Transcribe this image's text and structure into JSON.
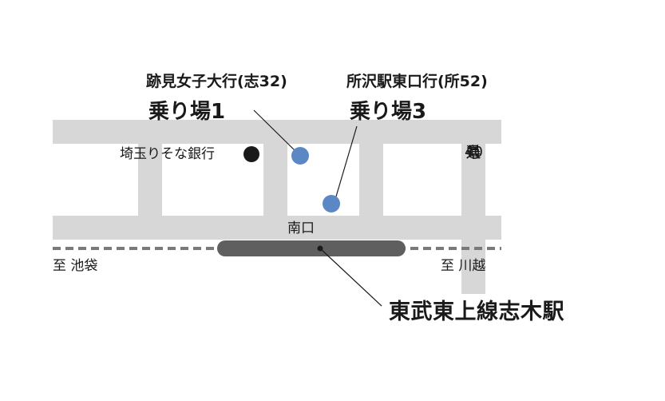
{
  "colors": {
    "road": "#d7d7d7",
    "railway_dash": "#7a7a7a",
    "station_platform": "#5f5f5f",
    "bus_stop": "#5b87c4",
    "landmark": "#1a1a1a",
    "text": "#1a1a1a"
  },
  "stops": [
    {
      "route": "跡見女子大行(志32)",
      "name": "乗り場1",
      "marker": "bus-stop-circle"
    },
    {
      "route": "所沢駅東口行(所52)",
      "name": "乗り場3",
      "marker": "bus-stop-circle"
    }
  ],
  "landmark": {
    "label": "埼玉りそな銀行",
    "marker": "filled-black-circle"
  },
  "exit_label": "南口",
  "prefectural_road": {
    "label_chars": [
      "県",
      "道",
      "40",
      "号"
    ]
  },
  "direction_left": "至 池袋",
  "direction_right": "至 川越",
  "station_name": "東武東上線志木駅"
}
